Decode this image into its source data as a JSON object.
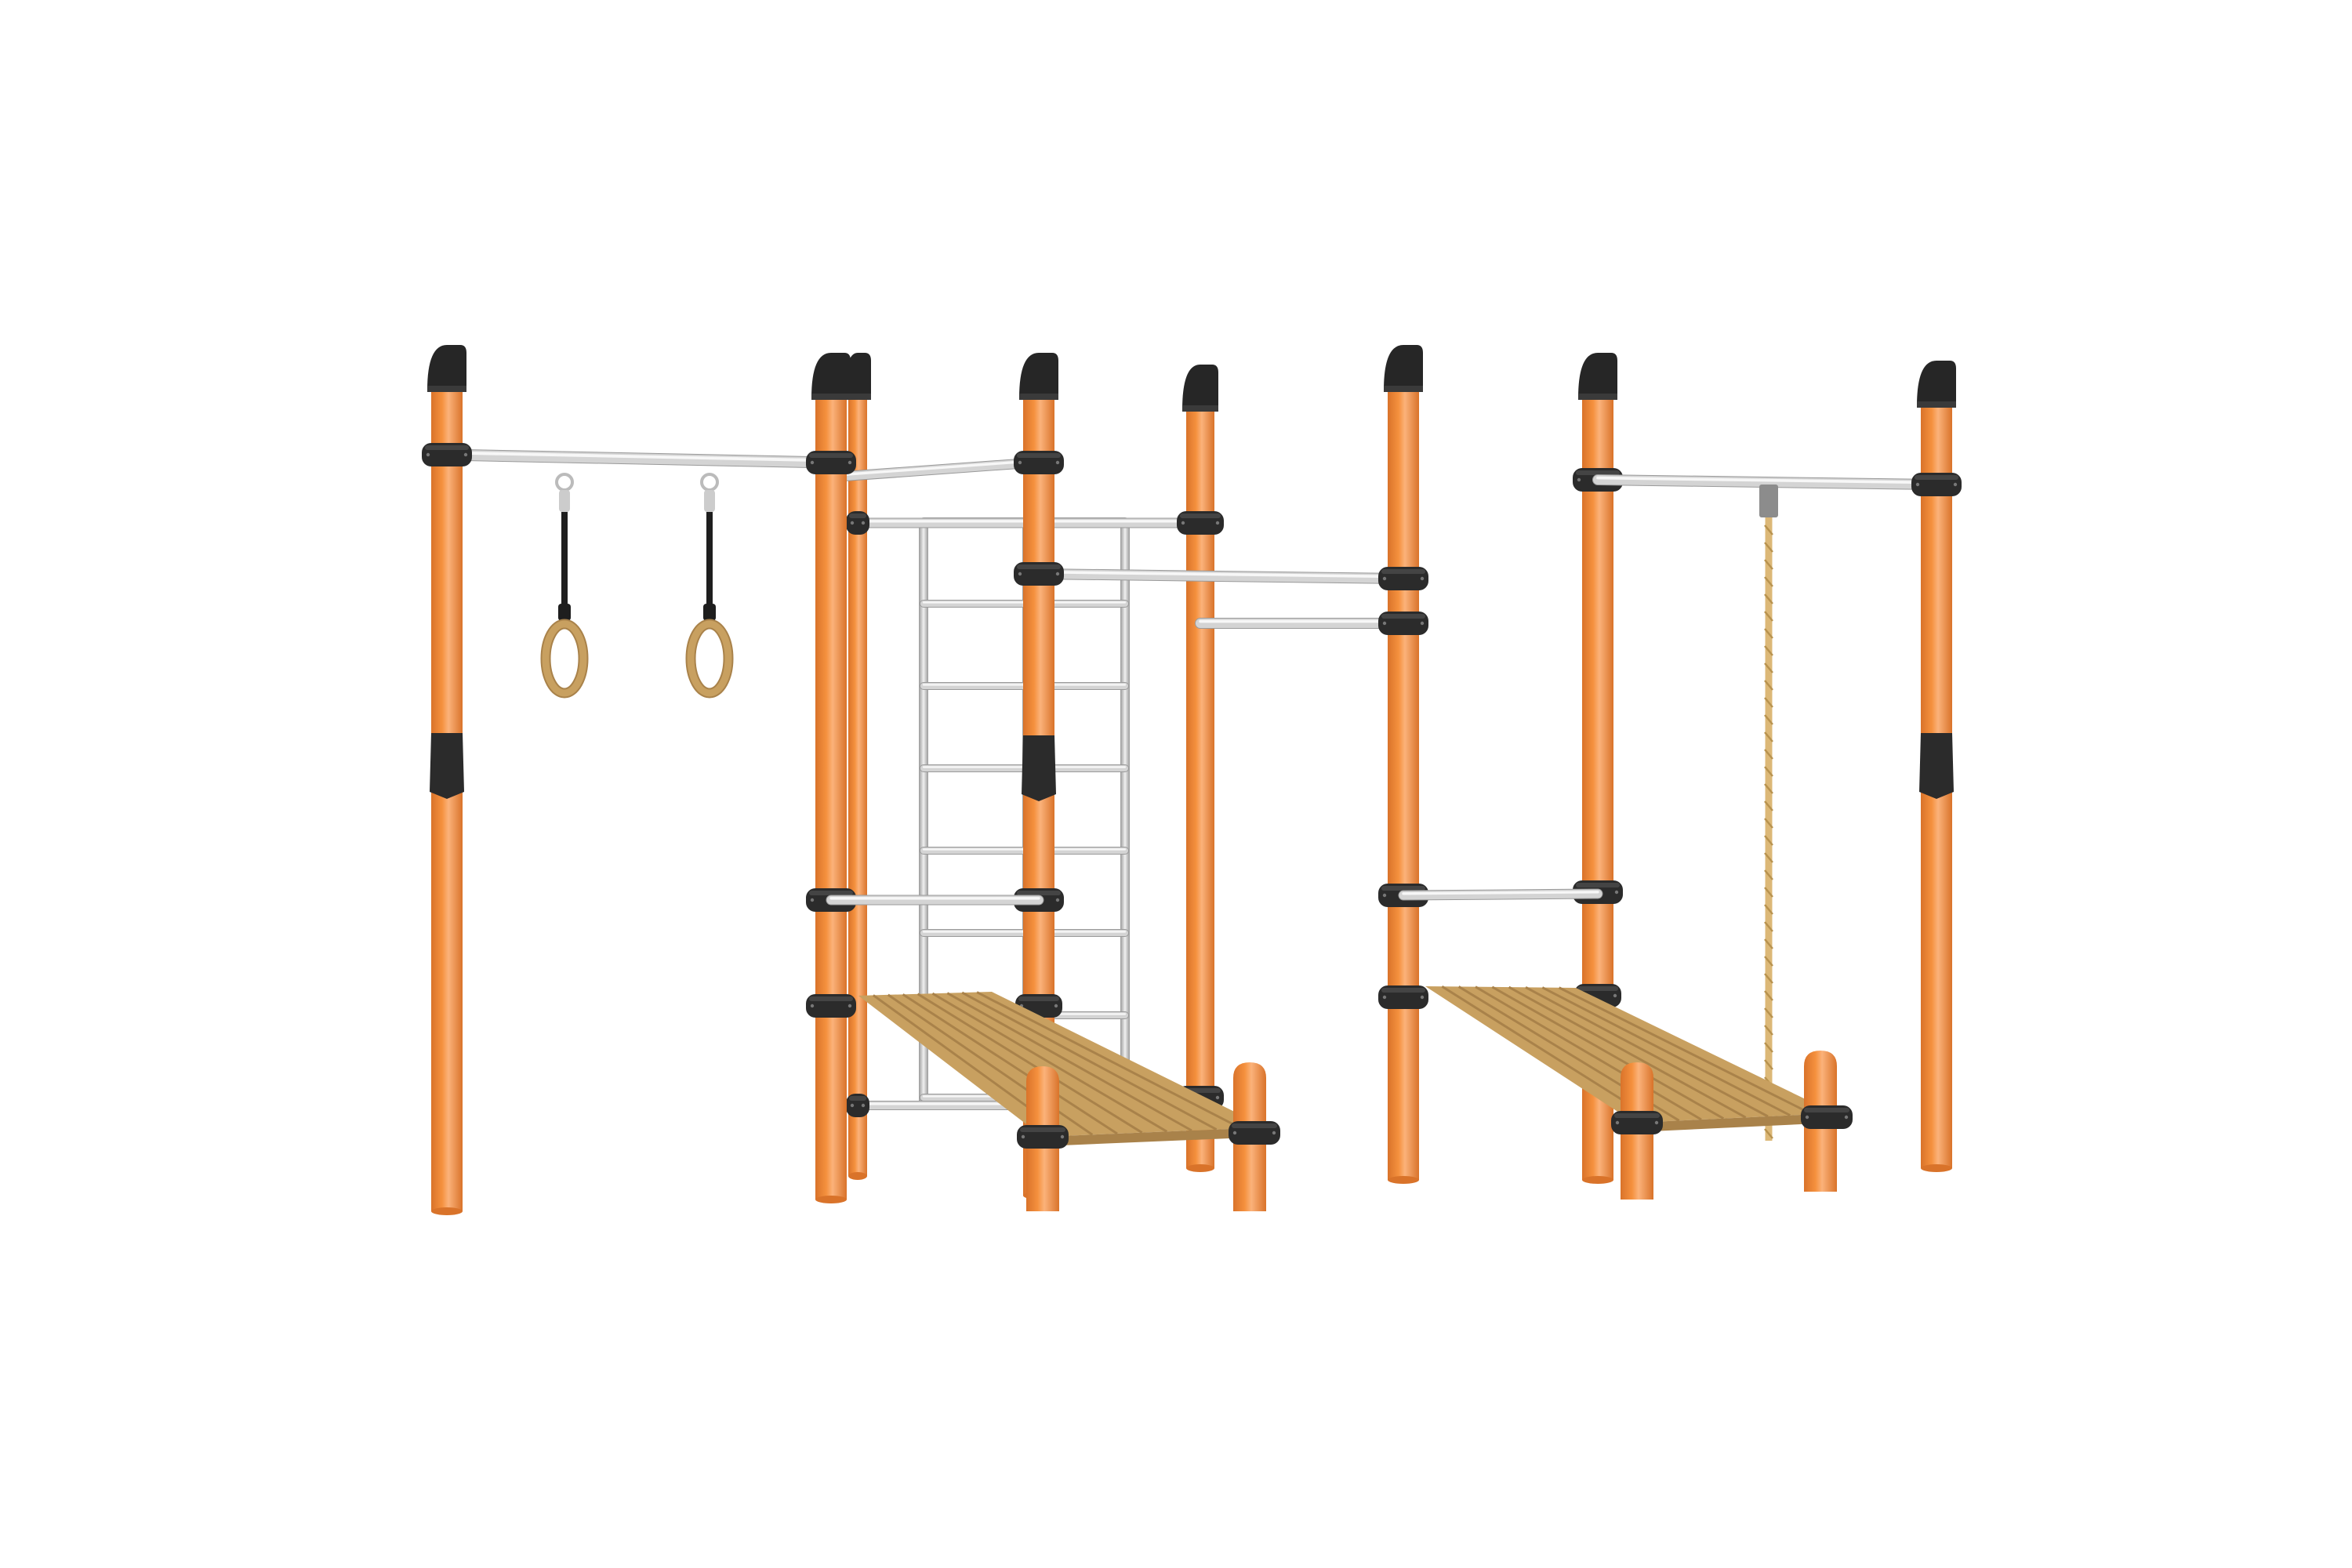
{
  "scene": {
    "subject": "outdoor-workout-station",
    "background_color": "#ffffff",
    "colors": {
      "post": "#f5913e",
      "post_shade": "#d9732a",
      "post_highlight": "#fbb27a",
      "clamp": "#2b2b2b",
      "cap": "#262626",
      "steel": "#d4d4d4",
      "steel_shade": "#9a9a9a",
      "wood": "#c8a060",
      "wood_dark": "#a9824a",
      "rope": "#dcb877"
    },
    "equipment": {
      "gymnastic_rings": 2,
      "wall_ladder_rungs": 8,
      "incline_benches": 2,
      "climbing_ropes": 1
    }
  }
}
